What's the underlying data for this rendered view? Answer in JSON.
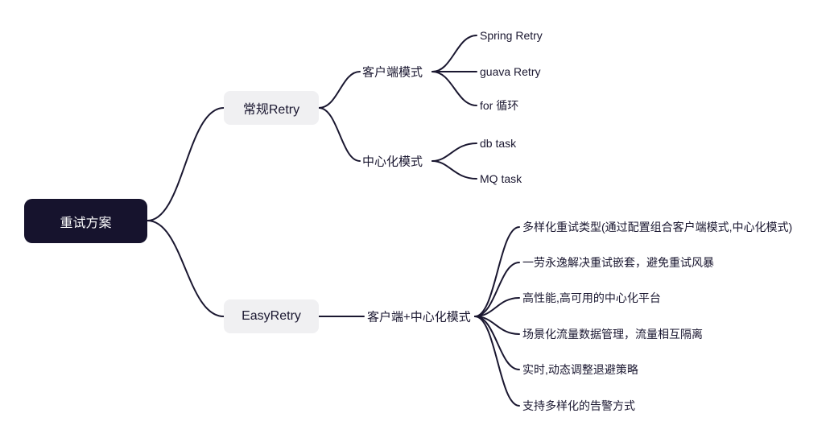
{
  "root": {
    "label": "重试方案"
  },
  "branches": [
    {
      "label": "常规Retry",
      "children": [
        {
          "label": "客户端模式",
          "children": [
            {
              "label": "Spring Retry"
            },
            {
              "label": "guava Retry"
            },
            {
              "label": "for 循环"
            }
          ]
        },
        {
          "label": "中心化模式",
          "children": [
            {
              "label": "db task"
            },
            {
              "label": "MQ task"
            }
          ]
        }
      ]
    },
    {
      "label": "EasyRetry",
      "children": [
        {
          "label": "客户端+中心化模式",
          "children": [
            {
              "label": "多样化重试类型(通过配置组合客户端模式,中心化模式)"
            },
            {
              "label": "一劳永逸解决重试嵌套，避免重试风暴"
            },
            {
              "label": "高性能,高可用的中心化平台"
            },
            {
              "label": "场景化流量数据管理，流量相互隔离"
            },
            {
              "label": "实时,动态调整退避策略"
            },
            {
              "label": "支持多样化的告警方式"
            }
          ]
        }
      ]
    }
  ],
  "colors": {
    "root_bg": "#16132d",
    "root_text": "#ffffff",
    "branch_bg": "#f0f0f2",
    "line": "#1a1730",
    "text": "#1a1730"
  }
}
